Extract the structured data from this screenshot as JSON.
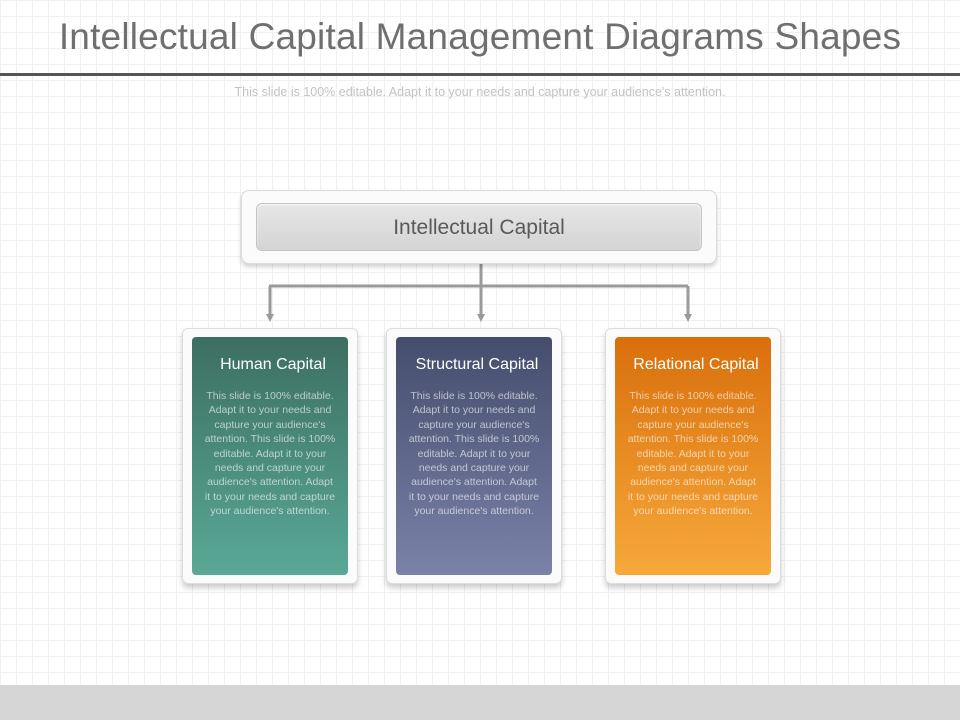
{
  "slide": {
    "title": "Intellectual Capital Management Diagrams Shapes",
    "subtitle": "This slide is 100% editable. Adapt it to your needs and capture your audience's attention."
  },
  "diagram": {
    "root": {
      "label": "Intellectual Capital"
    },
    "children": [
      {
        "title": "Human Capital",
        "body": "This slide is 100% editable. Adapt it to your needs and capture your audience's attention. This slide is 100% editable. Adapt it to your needs and capture your audience's attention. Adapt it to your needs and capture your audience's attention.",
        "color_top": "#3c6f61",
        "color_bottom": "#5aa896"
      },
      {
        "title": "Structural Capital",
        "body": "This slide is 100% editable. Adapt it to your needs and capture your audience's attention. This slide is 100% editable. Adapt it to your needs and capture your audience's attention. Adapt it to your needs and capture your audience's attention.",
        "color_top": "#444d6c",
        "color_bottom": "#7a82a9"
      },
      {
        "title": "Relational Capital",
        "body": "This slide is 100% editable. Adapt it to your needs and capture your audience's attention. This slide is 100% editable. Adapt it to your needs and capture your audience's attention. Adapt it to your needs and capture your audience's attention.",
        "color_top": "#d96f0c",
        "color_bottom": "#f6a93b"
      }
    ],
    "connector_color": "#9a9a9a"
  }
}
